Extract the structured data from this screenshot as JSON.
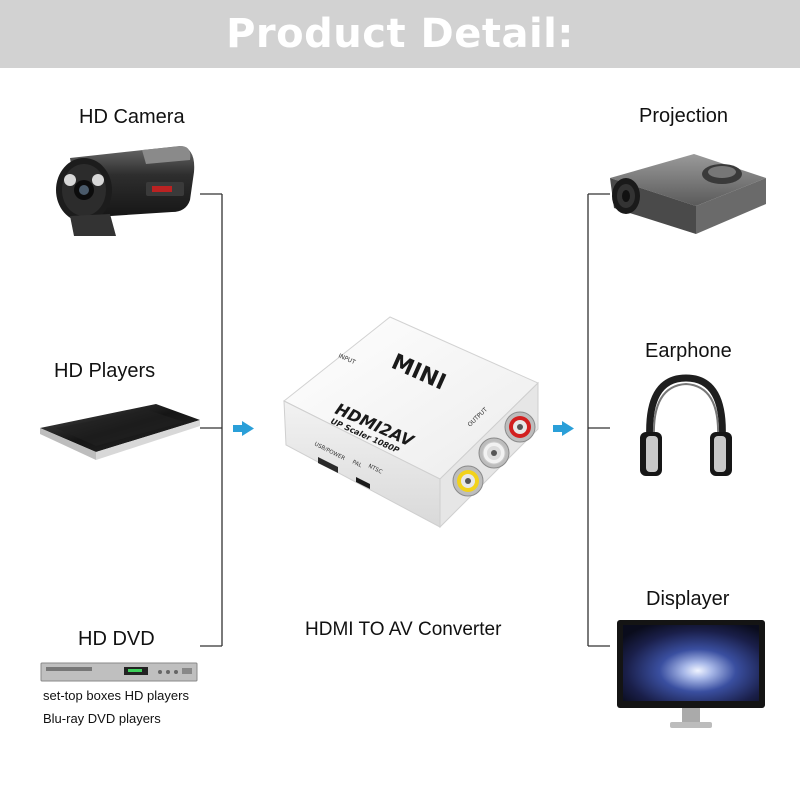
{
  "header": {
    "title": "Product Detail:"
  },
  "inputs": {
    "camera": "HD Camera",
    "players": "HD Players",
    "dvd": "HD DVD",
    "dvd_sub1": "set-top boxes HD players",
    "dvd_sub2": "Blu-ray DVD players"
  },
  "outputs": {
    "projection": "Projection",
    "earphone": "Earphone",
    "displayer": "Displayer"
  },
  "converter": {
    "caption": "HDMI TO  AV Converter",
    "brand": "MINI",
    "model": "HDMI2AV",
    "scaler": "UP Scaler 1080P",
    "input_label": "INPUT",
    "output_label": "OUTPUT",
    "usb_label": "USB/POWER",
    "pal_label": "PAL",
    "ntsc_label": "NTSC"
  },
  "colors": {
    "arrow": "#2a9fd8",
    "connector": "#333333",
    "rca_red": "#d21f1f",
    "rca_white": "#f2f2f2",
    "rca_yellow": "#f2d21a"
  }
}
